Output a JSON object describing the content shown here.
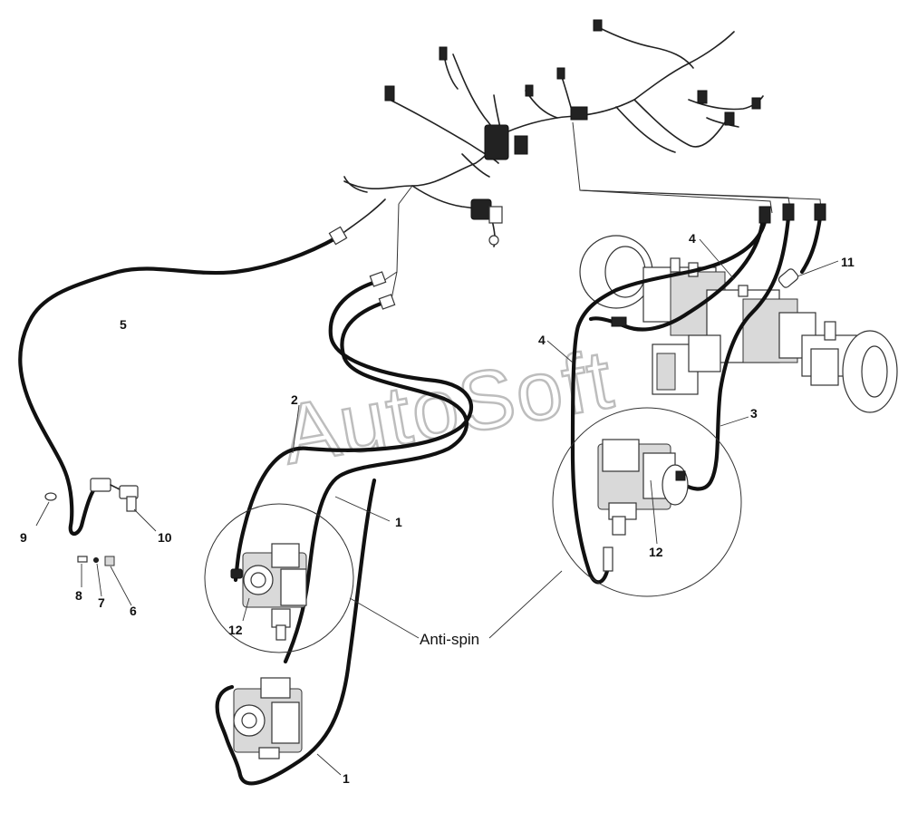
{
  "watermark": "AutoSoft",
  "callouts": {
    "c1_upper": "1",
    "c1_lower": "1",
    "c2": "2",
    "c3": "3",
    "c4_upper": "4",
    "c4_lower": "4",
    "c5": "5",
    "c6": "6",
    "c7": "7",
    "c8": "8",
    "c9": "9",
    "c10": "10",
    "c11": "11",
    "c12_left": "12",
    "c12_right": "12"
  },
  "anti_spin_label": "Anti-spin"
}
